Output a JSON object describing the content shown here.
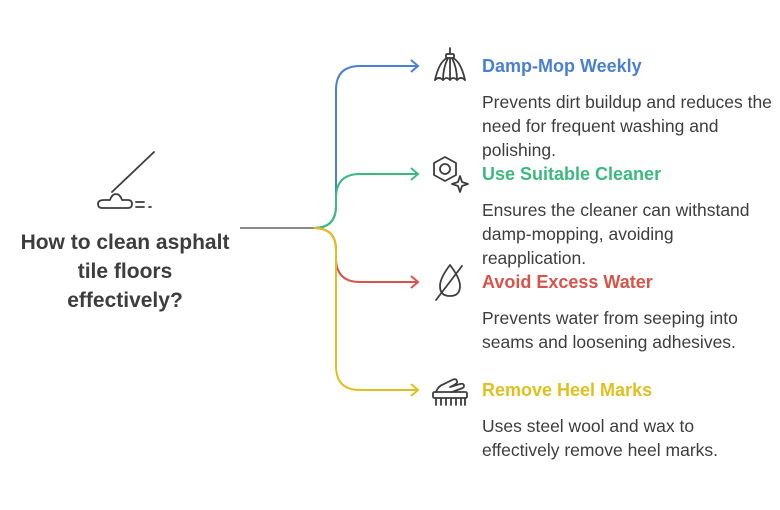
{
  "central": {
    "title": "How to clean asphalt tile floors effectively?",
    "icon": "mop-icon"
  },
  "colors": {
    "text": "#3d3d3d",
    "stem": "#8a8a8a"
  },
  "items": [
    {
      "title": "Damp-Mop Weekly",
      "description": "Prevents dirt buildup and reduces the need for frequent washing and polishing.",
      "color": "#4a80d0",
      "icon": "mop-head-icon"
    },
    {
      "title": "Use Suitable Cleaner",
      "description": "Ensures the cleaner can withstand damp-mopping, avoiding reapplication.",
      "color": "#3cb97e",
      "icon": "hex-nut-sparkle-icon"
    },
    {
      "title": "Avoid Excess Water",
      "description": "Prevents water from seeping into seams and loosening adhesives.",
      "color": "#d9534a",
      "icon": "water-drop-off-icon"
    },
    {
      "title": "Remove Heel Marks",
      "description": "Uses steel wool and wax to effectively remove heel marks.",
      "color": "#e0c020",
      "icon": "scrub-brush-icon"
    }
  ]
}
